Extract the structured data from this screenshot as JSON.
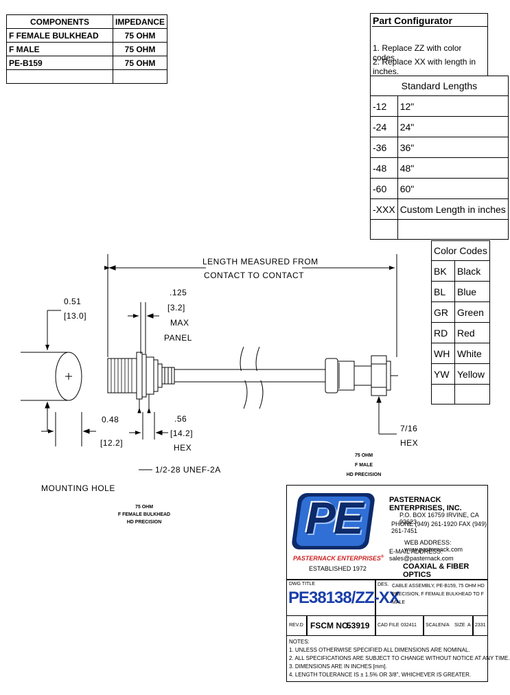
{
  "components_table": {
    "headers": [
      "COMPONENTS",
      "IMPEDANCE"
    ],
    "rows": [
      {
        "component": "F FEMALE BULKHEAD",
        "impedance": "75 OHM"
      },
      {
        "component": "F MALE",
        "impedance": "75 OHM"
      },
      {
        "component": "PE-B159",
        "impedance": "75 OHM"
      },
      {
        "component": "",
        "impedance": ""
      }
    ]
  },
  "part_configurator": {
    "title": "Part Configurator",
    "instructions": [
      "1.  Replace ZZ with color codes.",
      "2.  Replace XX with length in inches."
    ],
    "lengths_title": "Standard Lengths",
    "lengths": [
      {
        "code": "-12",
        "value": "12\""
      },
      {
        "code": "-24",
        "value": "24\""
      },
      {
        "code": "-36",
        "value": "36\""
      },
      {
        "code": "-48",
        "value": "48\""
      },
      {
        "code": "-60",
        "value": "60\""
      },
      {
        "code": "-XXX",
        "value": "Custom Length in inches"
      },
      {
        "code": "",
        "value": ""
      }
    ]
  },
  "color_codes": {
    "title": "Color Codes",
    "items": [
      {
        "code": "BK",
        "name": "Black"
      },
      {
        "code": "BL",
        "name": "Blue"
      },
      {
        "code": "GR",
        "name": "Green"
      },
      {
        "code": "RD",
        "name": "Red"
      },
      {
        "code": "WH",
        "name": "White"
      },
      {
        "code": "YW",
        "name": "Yellow"
      },
      {
        "code": "",
        "name": ""
      }
    ]
  },
  "drawing": {
    "length_label_1": "LENGTH MEASURED FROM",
    "length_label_2": "CONTACT TO CONTACT",
    "dim_051": "0.51",
    "dim_130": "[13.0]",
    "dim_125": ".125",
    "dim_32": "[3.2]",
    "dim_max": "MAX",
    "dim_panel": "PANEL",
    "dim_048": "0.48",
    "dim_122": "[12.2]",
    "dim_56": ".56",
    "dim_142": "[14.2]",
    "dim_hex": "HEX",
    "dim_716": "7/16",
    "dim_hex2": "HEX",
    "thread": "1/2-28 UNEF-2A",
    "mounting_hole": "MOUNTING HOLE",
    "left_label": [
      "75 OHM",
      "F FEMALE BULKHEAD",
      "HD PRECISION"
    ],
    "right_label": [
      "75 OHM",
      "F MALE",
      "HD PRECISION"
    ]
  },
  "title_block": {
    "logo_letters": "PE",
    "logo_banner": "PASTERNACK ENTERPRISES",
    "logo_reg": "®",
    "established": "ESTABLISHED 1972",
    "company": "PASTERNACK ENTERPRISES, INC.",
    "address_1": "P.O. BOX 16759  IRVINE, CA 92623",
    "address_2": "PHONE (949) 261-1920 FAX (949) 261-7451",
    "web": "WEB ADDRESS: www.pasternack.com",
    "email": "E-MAIL ADDRESS: sales@pasternack.com",
    "tagline": "COAXIAL & FIBER OPTICS",
    "dwg_title_label": "DWG TITLE",
    "dwg_title": "PE38138/ZZ-XX",
    "des_label": "DES.",
    "description": "CABLE ASSEMBLY, PE-B159, 75 OHM HD PRECISION, F FEMALE BULKHEAD TO F MALE",
    "rev_label": "REV.D",
    "fscm_label": "FSCM NO.",
    "fscm": "53919",
    "cad_label": "CAD FILE",
    "cad_file": "032411",
    "scale_label": "SCALE",
    "scale": "N/A",
    "size_label": "SIZE",
    "size": "A",
    "sheet": "2331",
    "notes_title": "NOTES:",
    "notes": [
      "1.  UNLESS OTHERWISE SPECIFIED ALL DIMENSIONS ARE NOMINAL.",
      "2.  ALL SPECIFICATIONS ARE SUBJECT TO CHANGE WITHOUT NOTICE AT ANY TIME.",
      "3.  DIMENSIONS ARE IN INCHES [mm].",
      "4.  LENGTH TOLERANCE IS ± 1.5% OR 3/8\", WHICHEVER IS GREATER."
    ]
  },
  "colors": {
    "logo_blue": "#2f6fd6",
    "logo_dark": "#0d2b6b",
    "banner_red": "#cc2222"
  }
}
